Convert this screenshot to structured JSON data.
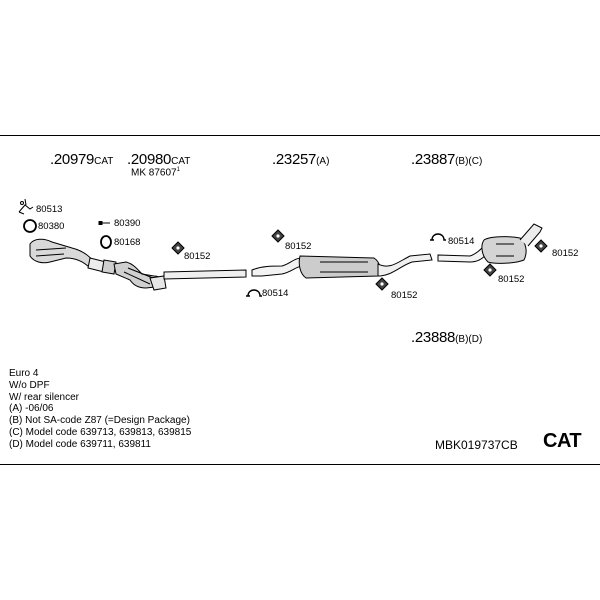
{
  "parts": {
    "p20979": {
      "num": ".20979",
      "sfx": "CAT"
    },
    "p20980": {
      "num": ".20980",
      "sfx": "CAT",
      "sub": "MK  87607",
      "sub_mark": "1"
    },
    "p23257": {
      "num": ".23257",
      "sfx": "(A)"
    },
    "p23887": {
      "num": ".23887",
      "sfx": "(B)(C)"
    },
    "p23888": {
      "num": ".23888",
      "sfx": "(B)(D)"
    }
  },
  "labels": {
    "l80513": "80513",
    "l80380": "80380",
    "l80390": "80390",
    "l80168": "80168",
    "l80152_a": "80152",
    "l80152_b": "80152",
    "l80514_a": "80514",
    "l80152_c": "80152",
    "l80514_b": "80514",
    "l80152_d": "80152",
    "l80152_e": "80152"
  },
  "notes": [
    "Euro 4",
    "W/o DPF",
    "W/ rear silencer",
    "(A) -06/06",
    "(B) Not SA-code Z87 (=Design Package)",
    "(C) Model code 639713, 639813, 639815",
    "(D) Model code 639711, 639811"
  ],
  "system_code": "MBK019737CB",
  "system_type": "CAT"
}
